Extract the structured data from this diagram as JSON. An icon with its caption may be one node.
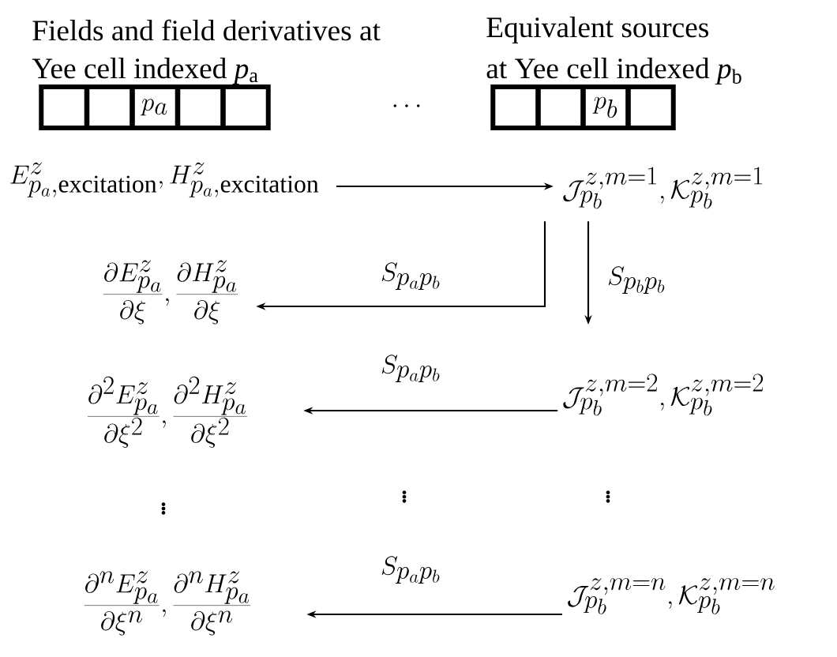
{
  "diagram": {
    "nodes": [
      {
        "text": [],
        "shape": "box"
      },
      {
        "text": [],
        "shape": "box"
      },
      {
        "text": [
          "p_a"
        ]
      },
      {
        "text": [],
        "shape": "box"
      },
      {
        "text": [],
        "shape": "box"
      },
      {
        "text": [],
        "shape": "box"
      },
      {
        "text": [],
        "shape": "box"
      },
      {
        "text": [
          "p_b"
        ]
      },
      {
        "text": [],
        "shape": "box"
      },
      {
        "text": [
          "E^{z}_{p_a,\\mathrm{excitation}}, H^{z}_{p_a,\\mathrm{excitation}}"
        ]
      },
      {
        "text": [
          "\\mathcal{J}^{z,m=1}_{p_b}, \\mathcal{K}^{z,m=1}_{p_b}"
        ]
      },
      {
        "text": [
          "\\frac{\\partial E^{z}_{p_a}}{\\partial \\xi}, \\frac{\\partial H^{z}_{p_a}}{\\partial \\xi}"
        ]
      },
      {
        "text": [
          "\\frac{\\partial^2 E^{z}_{p_a}}{\\partial \\xi^2}, \\frac{\\partial^2 H^{z}_{p_a}}{\\partial \\xi^2}"
        ]
      },
      {
        "text": [
          "\\mathcal{J}^{z,m=2}_{p_b}, \\mathcal{K}^{z,m=2}_{p_b}"
        ]
      },
      {
        "text": [
          "\\frac{\\partial^n E^{z}_{p_a}}{\\partial \\xi^n}, \\frac{\\partial^n H^{z}_{p_a}}{\\partial \\xi^n}"
        ]
      },
      {
        "text": [
          "\\mathcal{J}^{z,m=n}_{p_b}, \\mathcal{K}^{z,m=n}_{p_b}"
        ]
      }
    ],
    "edges": [
      {
        "from": 9,
        "to": 10,
        "arrow": "to"
      },
      {
        "from": 10,
        "to": 11,
        "arrow": "to",
        "label": "S_{p_a p_b}"
      },
      {
        "from": 10,
        "to": 13,
        "arrow": "to",
        "label": "S_{p_b p_b}"
      },
      {
        "from": 13,
        "to": 12,
        "arrow": "to",
        "label": "S_{p_a p_b}"
      },
      {
        "from": 15,
        "to": 14,
        "arrow": "to",
        "label": "S_{p_a p_b}"
      }
    ],
    "labels": [
      "Fields and field derivatives at",
      "Yee cell indexed *p*$_{a}$",
      "Equivalent sources",
      "at Yee cell indexed *p*$_{b}$",
      "\\cdots",
      "\\vdots",
      "\\vdots",
      "\\vdots"
    ]
  }
}
